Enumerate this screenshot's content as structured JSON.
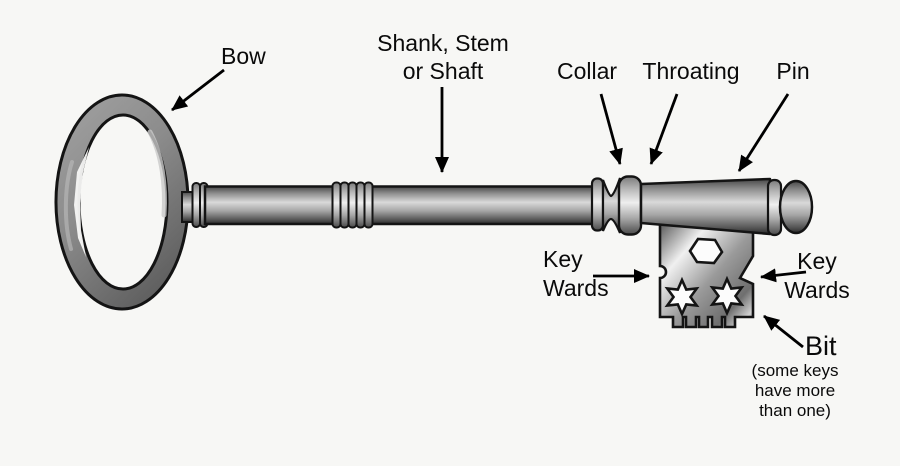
{
  "diagram": {
    "subject": "skeleton key parts diagram",
    "labels": {
      "bow": "Bow",
      "shank": {
        "line1": "Shank, Stem",
        "line2": "or Shaft"
      },
      "collar": "Collar",
      "throating": "Throating",
      "pin": "Pin",
      "key_wards_left": {
        "line1": "Key",
        "line2": "Wards"
      },
      "key_wards_right": {
        "line1": "Key",
        "line2": "Wards"
      },
      "bit": "Bit",
      "bit_note": {
        "line1": "(some keys",
        "line2": "have more",
        "line3": "than one)"
      }
    },
    "colors": {
      "background": "#f7f7f5",
      "outline": "#141414",
      "text": "#0a0a0a",
      "metal_light": "#e9e9e9",
      "metal_mid": "#9a9a9a",
      "metal_dark": "#3a3a3a",
      "cutout_fill": "#fcfcfc"
    }
  }
}
